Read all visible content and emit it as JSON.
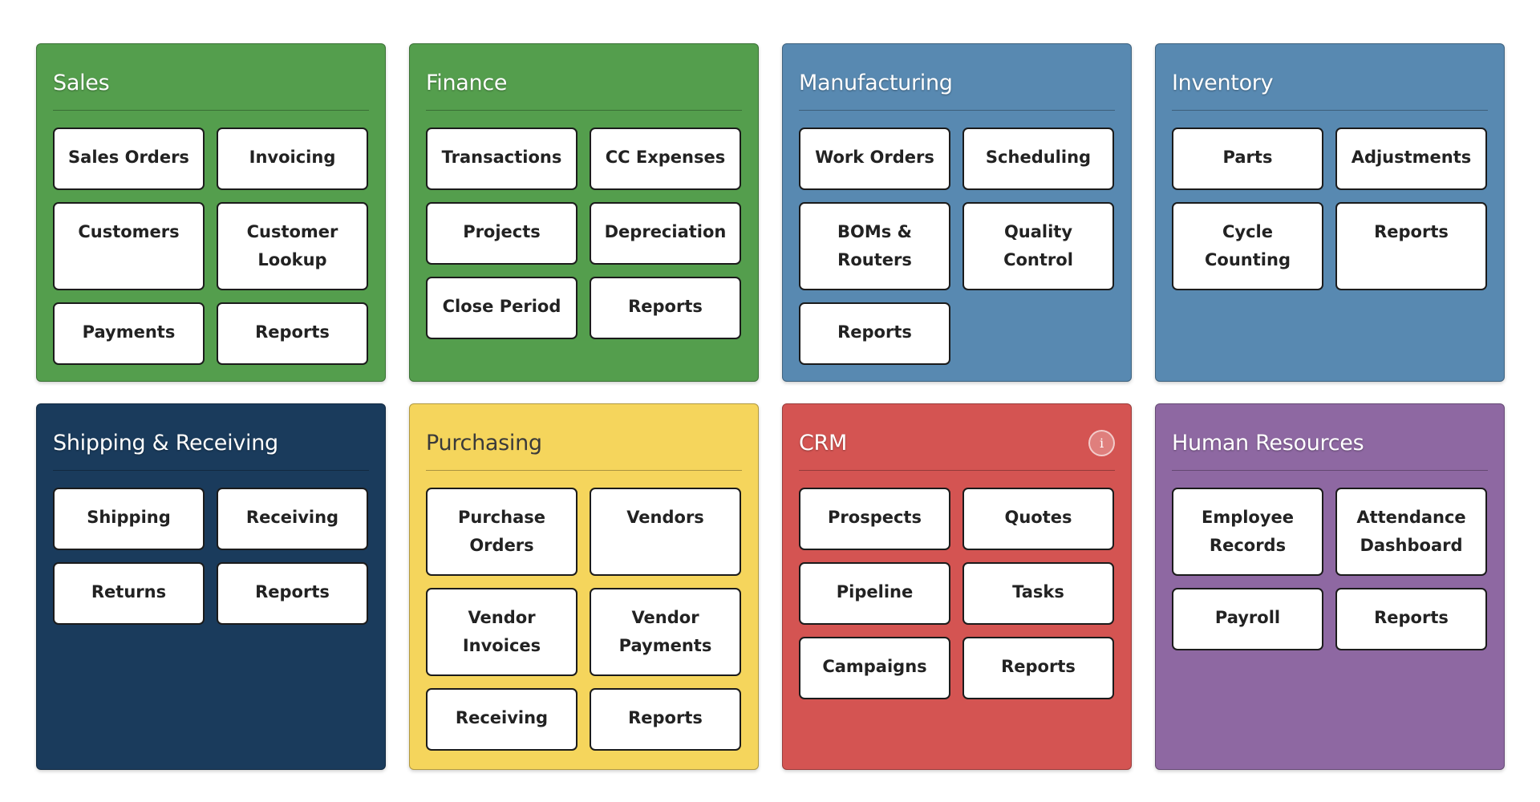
{
  "colors": {
    "sales": "#549e4d",
    "finance": "#549e4d",
    "manufacturing": "#5889b1",
    "inventory": "#5889b1",
    "shipping": "#1a3b5c",
    "purchasing": "#f5d55c",
    "crm": "#d45452",
    "hr": "#8e68a2"
  },
  "cards": [
    {
      "key": "sales",
      "title": "Sales",
      "buttons": [
        "Sales Orders",
        "Invoicing",
        "Customers",
        "Customer Lookup",
        "Payments",
        "Reports"
      ]
    },
    {
      "key": "finance",
      "title": "Finance",
      "buttons": [
        "Transactions",
        "CC Expenses",
        "Projects",
        "Depreciation",
        "Close Period",
        "Reports"
      ]
    },
    {
      "key": "manufacturing",
      "title": "Manufacturing",
      "buttons": [
        "Work Orders",
        "Scheduling",
        "BOMs & Routers",
        "Quality Control",
        "Reports"
      ]
    },
    {
      "key": "inventory",
      "title": "Inventory",
      "buttons": [
        "Parts",
        "Adjustments",
        "Cycle Counting",
        "Reports"
      ]
    },
    {
      "key": "shipping",
      "title": "Shipping & Receiving",
      "buttons": [
        "Shipping",
        "Receiving",
        "Returns",
        "Reports"
      ]
    },
    {
      "key": "purchasing",
      "title": "Purchasing",
      "buttons": [
        "Purchase Orders",
        "Vendors",
        "Vendor Invoices",
        "Vendor Payments",
        "Receiving",
        "Reports"
      ]
    },
    {
      "key": "crm",
      "title": "CRM",
      "info_icon": "i",
      "buttons": [
        "Prospects",
        "Quotes",
        "Pipeline",
        "Tasks",
        "Campaigns",
        "Reports"
      ]
    },
    {
      "key": "hr",
      "title": "Human Resources",
      "buttons": [
        "Employee Records",
        "Attendance Dashboard",
        "Payroll",
        "Reports"
      ]
    }
  ]
}
